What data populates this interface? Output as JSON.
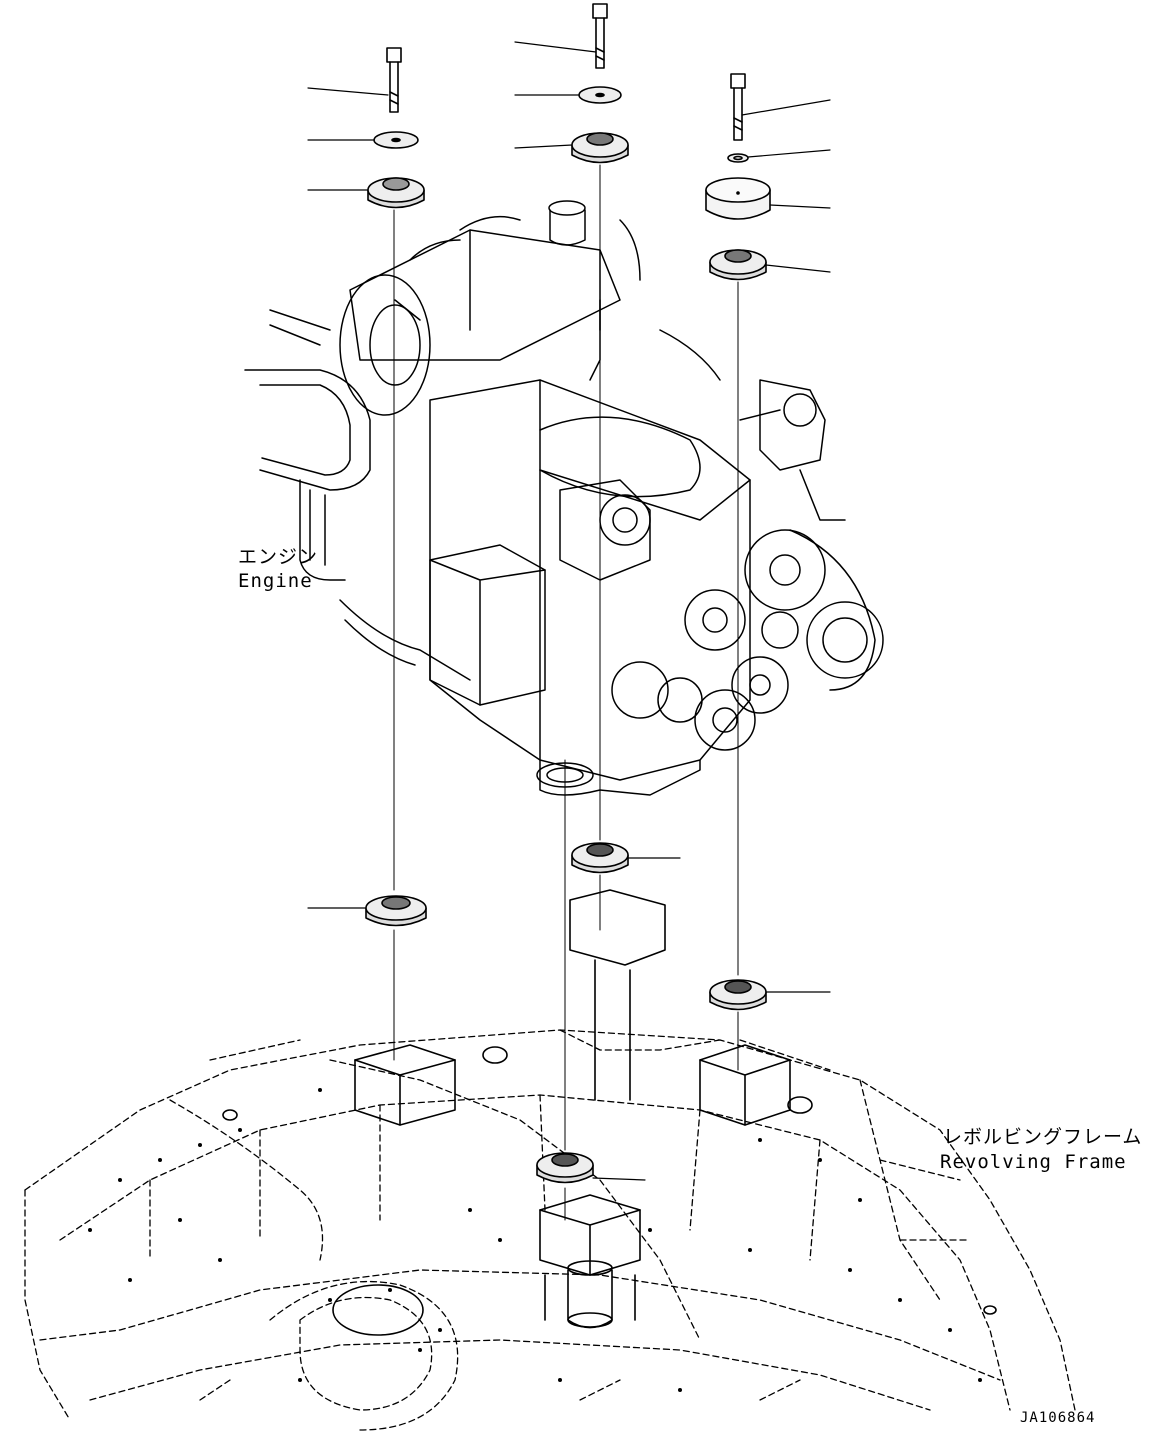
{
  "labels": {
    "engine_jp": "エンジン",
    "engine_en": "Engine",
    "frame_jp": "レボルビングフレーム",
    "frame_en": "Revolving Frame",
    "drawing_code": "JA106864"
  },
  "colors": {
    "line": "#000000",
    "background": "#ffffff",
    "part_fill": "#f2f2f2"
  }
}
